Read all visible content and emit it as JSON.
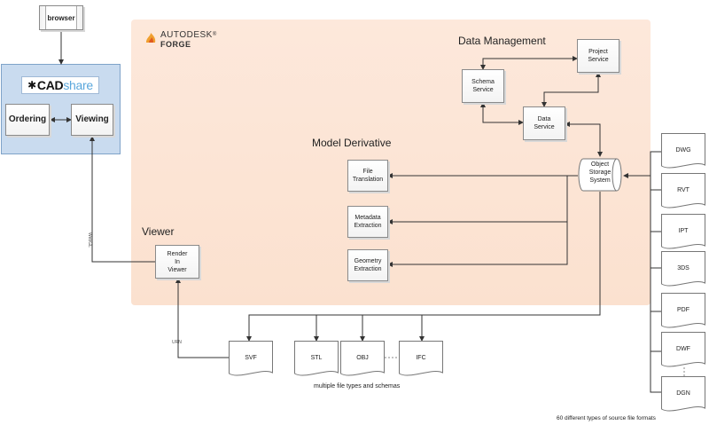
{
  "browser": {
    "label": "browser"
  },
  "cadshare": {
    "logo_cad": "CAD",
    "logo_share": "share",
    "ordering": "Ordering",
    "viewing": "Viewing"
  },
  "forge": {
    "brand": "AUTODESK",
    "product": "FORGE",
    "trademark": "®"
  },
  "sections": {
    "data_management": "Data Management",
    "model_derivative": "Model Derivative",
    "viewer": "Viewer"
  },
  "data_management": {
    "project_service": "Project\nService",
    "schema_service": "Schema\nService",
    "data_service": "Data\nService"
  },
  "model_derivative": {
    "file_translation": "File\nTranslation",
    "metadata_extraction": "Metadata\nExtraction",
    "geometry_extraction": "Geometry\nExtraction"
  },
  "object_storage": "Object\nStorage\nSystem",
  "viewer": {
    "render": "Render\nIn\nViewer"
  },
  "edge_labels": {
    "webgl": "WebGL",
    "urn": "URN"
  },
  "output_files": [
    "SVF",
    "STL",
    "OBJ",
    "IFC"
  ],
  "output_caption": "multiple file types and schemas",
  "source_files": [
    "DWG",
    "RVT",
    "IPT",
    "3DS",
    "PDF",
    "DWF",
    "DGN"
  ],
  "source_caption": "60 different types of source file formats",
  "colors": {
    "forge_panel": "#fbe3d2",
    "cadshare_panel": "#c9dbef",
    "logo_accent": "#5aa7dc",
    "forge_logo": "#f0a030"
  }
}
